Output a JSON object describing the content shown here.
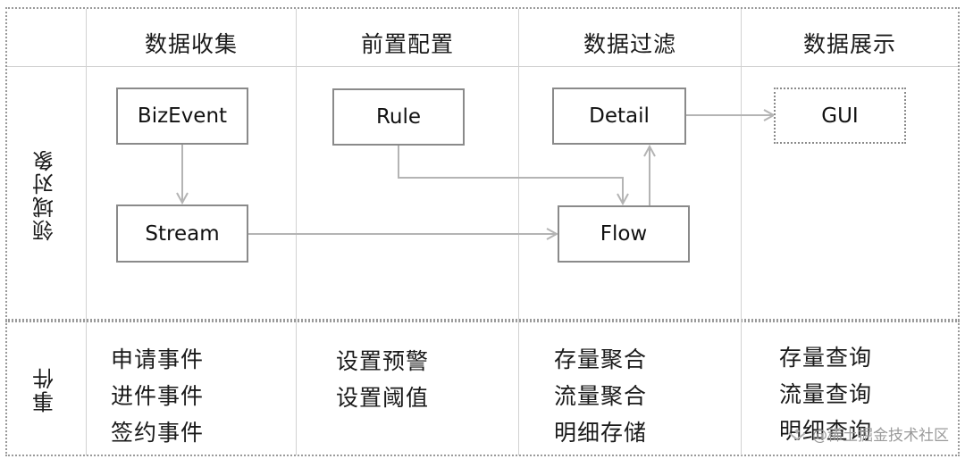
{
  "columns": [
    "数据收集",
    "前置配置",
    "数据过滤",
    "数据展示"
  ],
  "rows": {
    "domain_label": "领域对象",
    "events_label": "事件"
  },
  "nodes": {
    "bizevent": "BizEvent",
    "stream": "Stream",
    "rule": "Rule",
    "detail": "Detail",
    "flow": "Flow",
    "gui": "GUI"
  },
  "events": {
    "collect": [
      "申请事件",
      "进件事件",
      "签约事件"
    ],
    "config": [
      "设置预警",
      "设置阈值"
    ],
    "filter": [
      "存量聚合",
      "流量聚合",
      "明细存储"
    ],
    "display": [
      "存量查询",
      "流量查询",
      "明细查询"
    ]
  },
  "watermark": "@稀土掘金技术社区",
  "colors": {
    "box_border": "#8a8a8a",
    "arrow": "#b4b4b4",
    "grid": "#d2d2d2"
  }
}
